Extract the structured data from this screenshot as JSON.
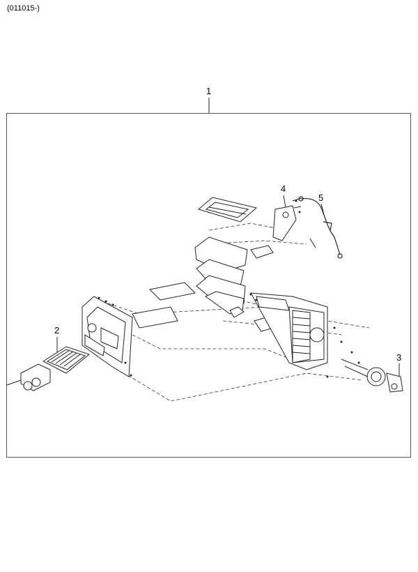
{
  "header": {
    "date_code": "(011015-)"
  },
  "callouts": {
    "c1": "1",
    "c2": "2",
    "c3": "3",
    "c4": "4",
    "c5": "5"
  }
}
